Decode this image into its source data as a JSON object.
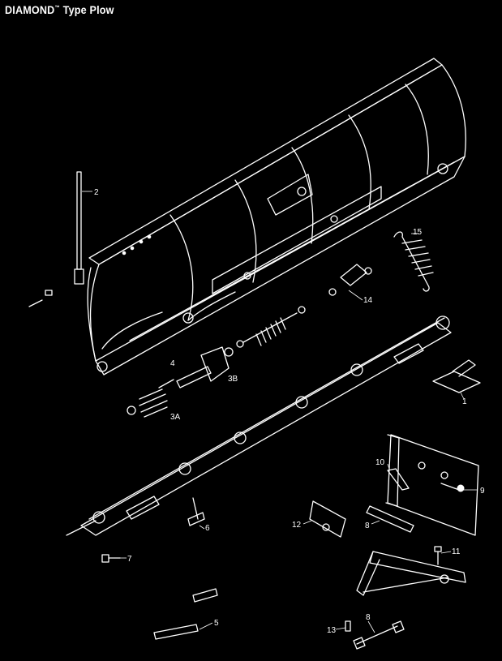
{
  "title": {
    "brand": "DIAMOND",
    "trademark": "™",
    "rest": " Type Plow"
  },
  "callouts": [
    "2",
    "15",
    "14",
    "4",
    "3B",
    "1",
    "3A",
    "10",
    "9",
    "12",
    "8",
    "6",
    "11",
    "7",
    "5",
    "13",
    "8"
  ]
}
